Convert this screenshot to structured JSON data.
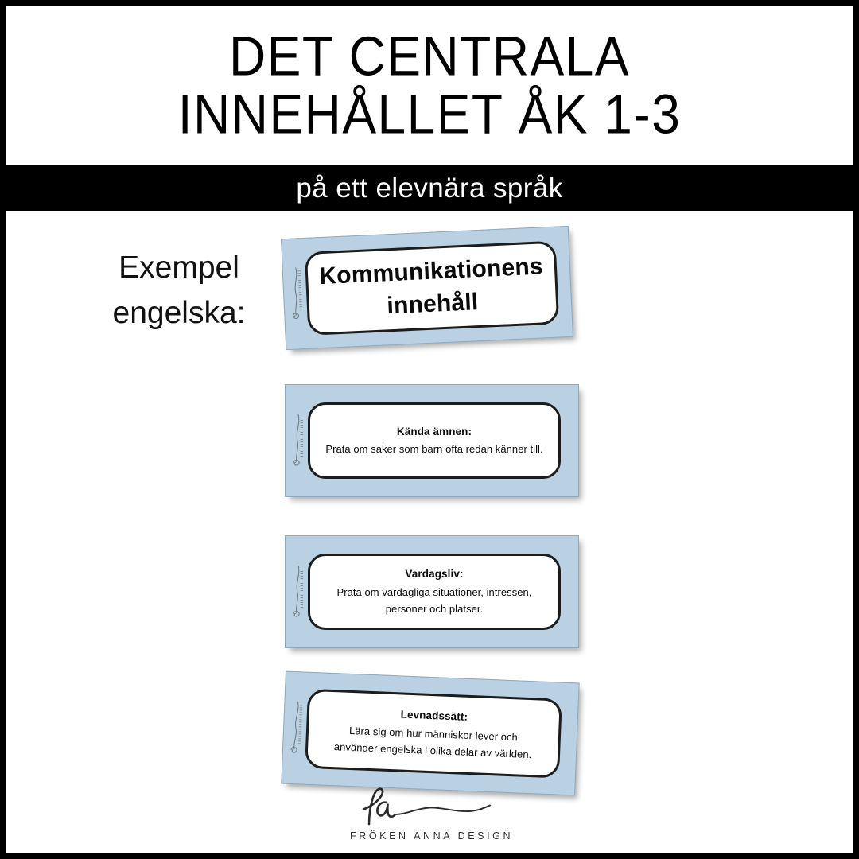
{
  "poster": {
    "title_lines": [
      "DET CENTRALA",
      "INNEHÅLLET ÅK 1-3"
    ],
    "subtitle": "på ett elevnära språk",
    "caption_lines": [
      "Exempel",
      "engelska:"
    ],
    "colors": {
      "border": "#000000",
      "background": "#ffffff",
      "band": "#000000",
      "band_text": "#ffffff",
      "card_blue": "#b9d1e2",
      "card_outline": "#1c1c1c",
      "card_paper": "#ffffff"
    }
  },
  "cards": [
    {
      "id": "card-1",
      "kind": "heading",
      "title_lines": [
        "Kommunikationens",
        "innehåll"
      ],
      "body_lines": [],
      "watermark": "froken-anna-design-watermark"
    },
    {
      "id": "card-2",
      "kind": "text",
      "title_lines": [
        "Kända ämnen:"
      ],
      "body_lines": [
        "Prata om saker som barn ofta redan känner till."
      ],
      "watermark": "froken-anna-design-watermark"
    },
    {
      "id": "card-3",
      "kind": "text",
      "title_lines": [
        "Vardagsliv:"
      ],
      "body_lines": [
        "Prata om vardagliga situationer, intressen,",
        "personer och platser."
      ],
      "watermark": "froken-anna-design-watermark"
    },
    {
      "id": "card-4",
      "kind": "text",
      "title_lines": [
        "Levnadssätt:"
      ],
      "body_lines": [
        "Lära sig om hur människor lever och",
        "använder engelska i olika delar av världen."
      ],
      "watermark": "froken-anna-design-watermark"
    }
  ],
  "logo": {
    "monogram": "fa",
    "wordmark": "FRÖKEN ANNA DESIGN"
  }
}
